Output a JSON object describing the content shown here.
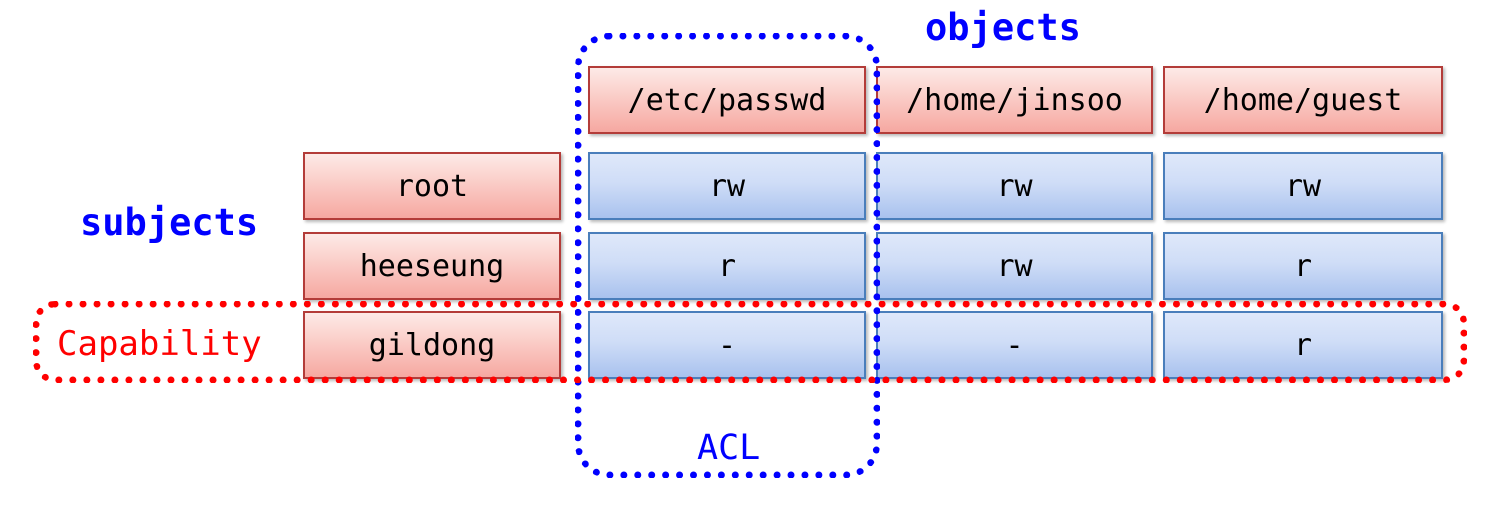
{
  "diagram": {
    "title_objects": "objects",
    "title_subjects": "subjects",
    "annotation_capability": "Capability",
    "annotation_acl": "ACL",
    "colors": {
      "annotation_acl": "#0000ff",
      "annotation_capability": "#ff0000",
      "axis_label": "#0000ff",
      "object_cell_border": "#b33c39",
      "permission_cell_border": "#4a7ebb"
    },
    "columns": [
      {
        "label": "/etc/passwd"
      },
      {
        "label": "/home/jinsoo"
      },
      {
        "label": "/home/guest"
      }
    ],
    "rows": [
      {
        "subject": "root",
        "permissions": [
          "rw",
          "rw",
          "rw"
        ]
      },
      {
        "subject": "heeseung",
        "permissions": [
          "r",
          "rw",
          "r"
        ]
      },
      {
        "subject": "gildong",
        "permissions": [
          "-",
          "-",
          "r"
        ]
      }
    ]
  }
}
